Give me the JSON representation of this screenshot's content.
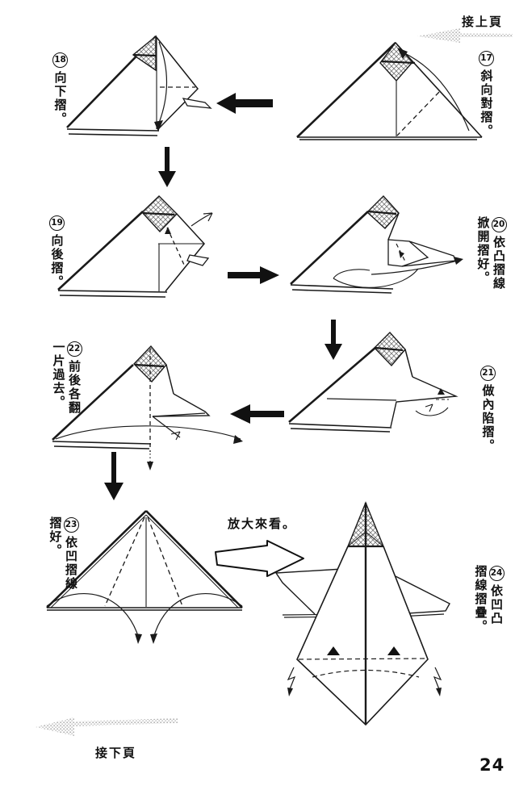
{
  "page": {
    "number": "24"
  },
  "nav": {
    "prev_label": "接上頁",
    "next_label": "接下頁"
  },
  "enlarge_note": "放大來看。",
  "steps": [
    {
      "num": "17",
      "label": "斜向對摺。"
    },
    {
      "num": "18",
      "label": "向下摺。"
    },
    {
      "num": "19",
      "label": "向後摺。"
    },
    {
      "num": "20",
      "label": "依凸摺線\n掀開摺好。"
    },
    {
      "num": "21",
      "label": "做內陷摺。"
    },
    {
      "num": "22",
      "label": "前後各翻\n一片過去。"
    },
    {
      "num": "23",
      "label": "依凹摺線\n摺好。"
    },
    {
      "num": "24",
      "label": "依凹凸\n摺線摺疊。"
    }
  ],
  "colors": {
    "ink": "#1a1a1a",
    "halftone": "#b5b5b5",
    "hatch": "#777777"
  }
}
